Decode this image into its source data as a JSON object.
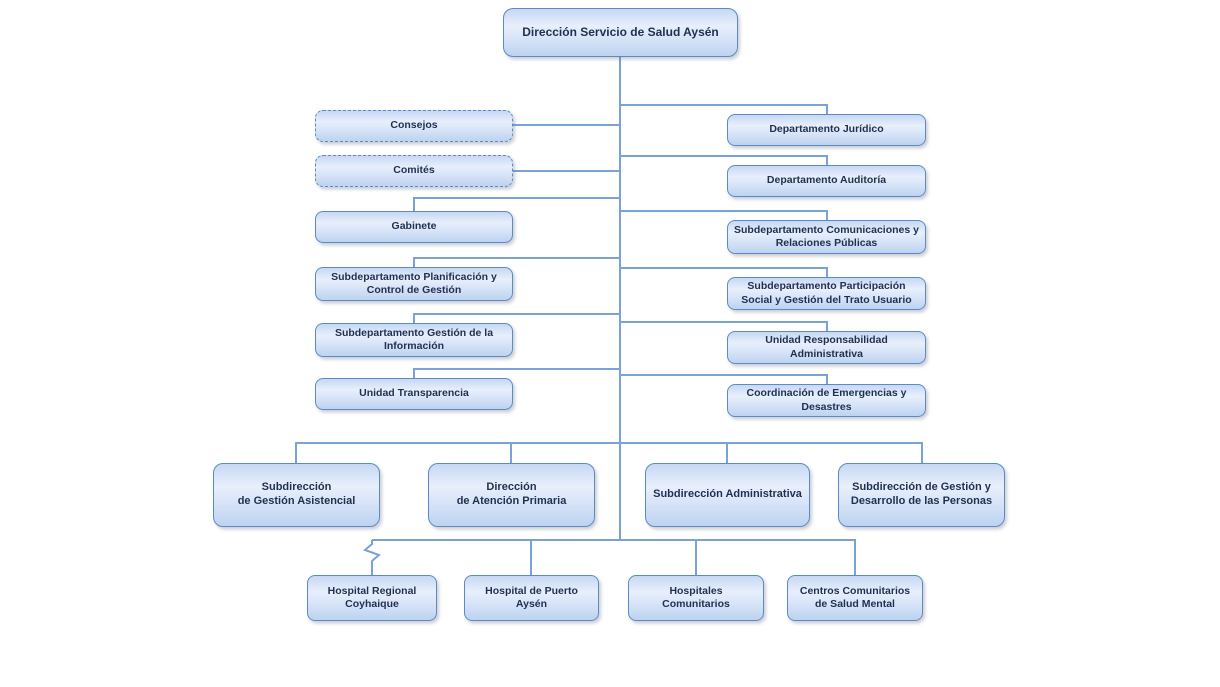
{
  "title": "Dirección Servicio de Salud Aysén",
  "colors": {
    "box_border": "#5b8ac5",
    "box_fill_top": "#c6d8f3",
    "box_fill_middle": "#e8effc",
    "box_fill_bottom": "#bdd3f0",
    "connector_line": "#7ba2d6",
    "text": "#1f3050",
    "background": "#ffffff"
  },
  "nodes": {
    "root": {
      "label": "Dirección Servicio de Salud Aysén"
    },
    "left": [
      {
        "label": "Consejos",
        "border": "dashed"
      },
      {
        "label": "Comités",
        "border": "dashed"
      },
      {
        "label": "Gabinete",
        "border": "solid"
      },
      {
        "label": "Subdepartamento Planificación y\nControl de Gestión",
        "border": "solid"
      },
      {
        "label": "Subdepartamento Gestión de la\nInformación",
        "border": "solid"
      },
      {
        "label": "Unidad Transparencia",
        "border": "solid"
      }
    ],
    "right": [
      {
        "label": "Departamento Jurídico",
        "border": "solid"
      },
      {
        "label": "Departamento Auditoría",
        "border": "solid"
      },
      {
        "label": "Subdepartamento Comunicaciones y\nRelaciones Públicas",
        "border": "solid"
      },
      {
        "label": "Subdepartamento Participación\nSocial y Gestión del Trato Usuario",
        "border": "solid"
      },
      {
        "label": "Unidad Responsabilidad\nAdministrativa",
        "border": "solid"
      },
      {
        "label": "Coordinación de Emergencias y\nDesastres",
        "border": "solid"
      }
    ],
    "subdirections": [
      {
        "label": "Subdirección\nde Gestión Asistencial"
      },
      {
        "label": "Dirección\nde Atención Primaria"
      },
      {
        "label": "Subdirección Administrativa"
      },
      {
        "label": "Subdirección de Gestión y\nDesarrollo de las Personas"
      }
    ],
    "base": [
      {
        "label": "Hospital Regional\nCoyhaique"
      },
      {
        "label": "Hospital de Puerto\nAysén"
      },
      {
        "label": "Hospitales\nComunitarios"
      },
      {
        "label": "Centros Comunitarios\nde Salud Mental"
      }
    ]
  }
}
